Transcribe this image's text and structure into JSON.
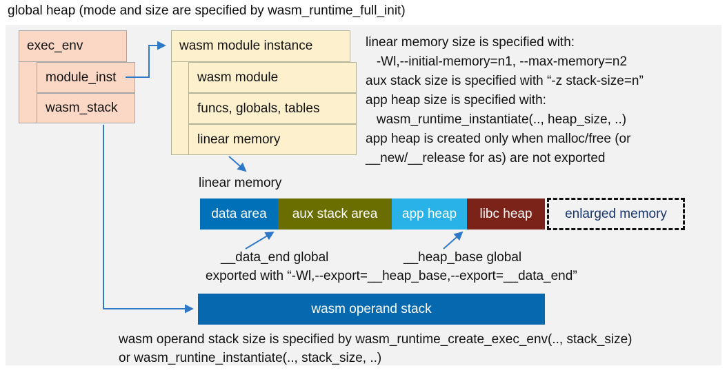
{
  "title": "global heap (mode and size are specified by wasm_runtime_full_init)",
  "exec_env": {
    "title": "exec_env",
    "children": [
      {
        "label": "module_inst"
      },
      {
        "label": "wasm_stack"
      }
    ]
  },
  "module_instance": {
    "title": "wasm module instance",
    "children": [
      {
        "label": "wasm module"
      },
      {
        "label": "funcs, globals, tables"
      },
      {
        "label": "linear memory"
      }
    ]
  },
  "notes": {
    "lines": [
      "linear memory size is specified with:",
      "   -Wl,--initial-memory=n1, --max-memory=n2",
      "aux stack size is specified with “-z stack-size=n”",
      "app heap size is specified with:",
      "   wasm_runtime_instantiate(.., heap_size, ..)",
      "app heap is created only when malloc/free (or",
      "__new/__release for as) are not exported"
    ]
  },
  "linear_memory": {
    "label": "linear memory",
    "segments": [
      {
        "label": "data area",
        "color": "#0071b8"
      },
      {
        "label": "aux stack area",
        "color": "#6a6e00"
      },
      {
        "label": "app heap",
        "color": "#29b2e8"
      },
      {
        "label": "libc heap",
        "color": "#7b2318"
      },
      {
        "label": "enlarged memory",
        "style": "dashed-outline",
        "text_color": "#17356b"
      }
    ],
    "annotations": {
      "data_end": "__data_end global",
      "heap_base": "__heap_base global",
      "export_note": "exported with “-Wl,--export=__heap_base,--export=__data_end”"
    }
  },
  "operand_stack": {
    "label": "wasm operand stack",
    "color": "#0668ae",
    "note_lines": [
      "wasm operand stack size is specified by wasm_runtime_create_exec_env(.., stack_size)",
      "or wasm_runtine_instantiate(.., stack_size, ..)"
    ]
  },
  "colors": {
    "panel_background": "#f2f2f2",
    "exec_env_fill": "#fbd8c5",
    "module_instance_fill": "#fdf0cc",
    "arrow": "#2e79c7",
    "enlarged_memory_text": "#17356b"
  }
}
